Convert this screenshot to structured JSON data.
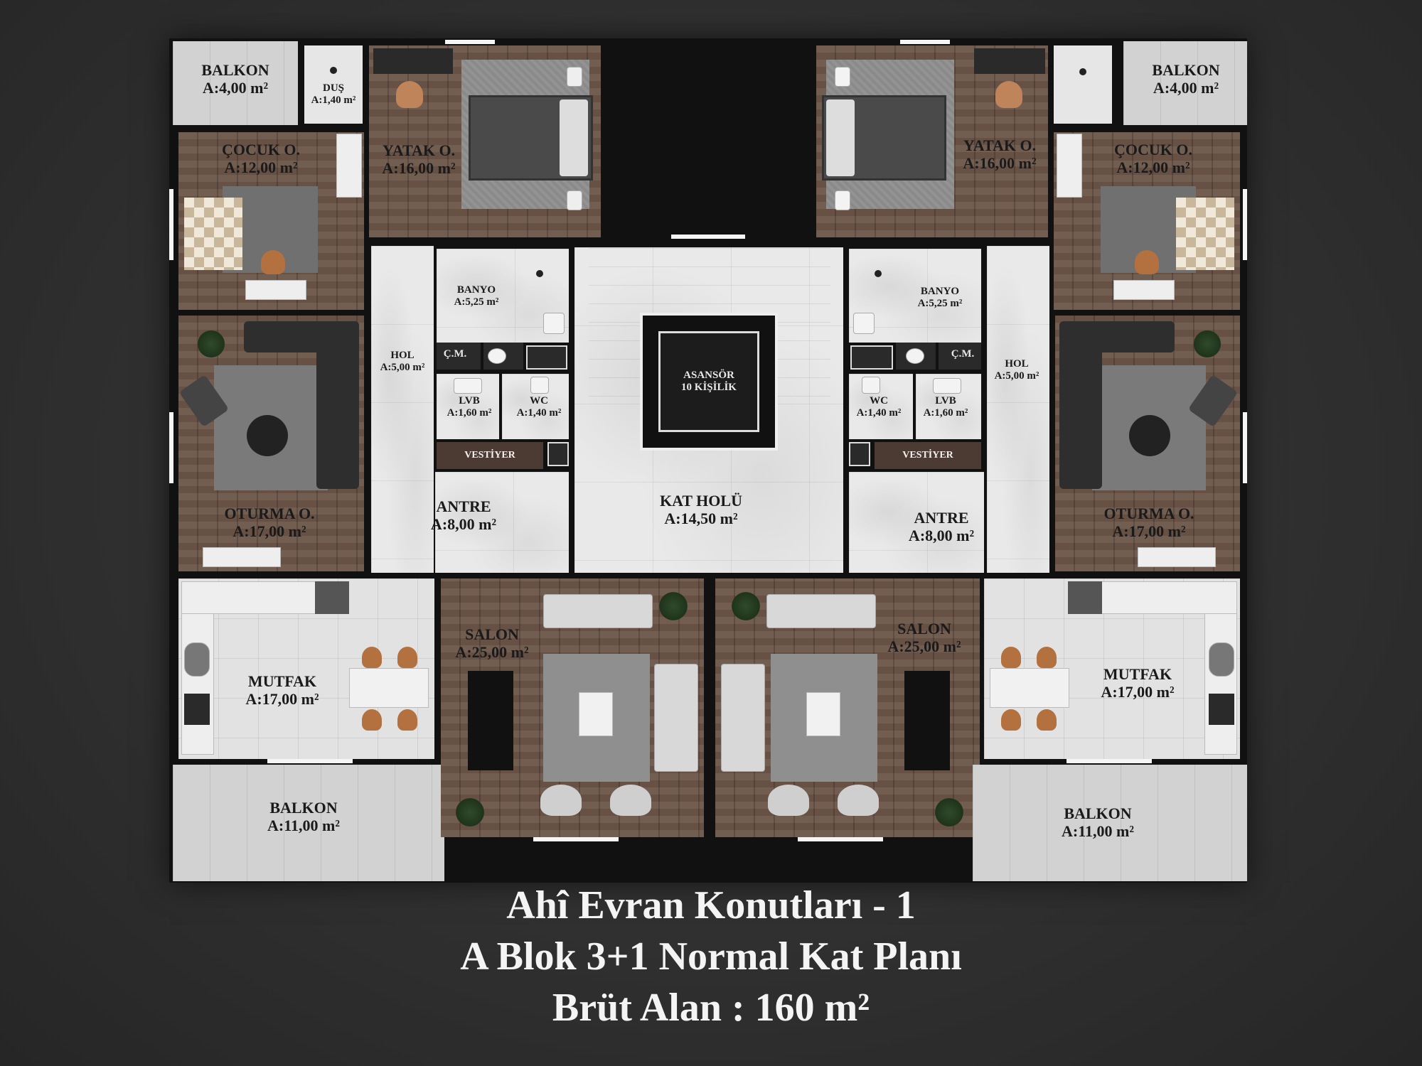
{
  "title": {
    "line1": "Ahî Evran Konutları - 1",
    "line2": "A Blok 3+1 Normal Kat Planı",
    "line3": "Brüt Alan : 160 m²"
  },
  "left": {
    "balkon_top": {
      "name": "BALKON",
      "area": "A:4,00 m²"
    },
    "dus": {
      "name": "DUŞ",
      "area": "A:1,40 m²"
    },
    "yatak": {
      "name": "YATAK O.",
      "area": "A:16,00 m²"
    },
    "cocuk": {
      "name": "ÇOCUK O.",
      "area": "A:12,00 m²"
    },
    "banyo": {
      "name": "BANYO",
      "area": "A:5,25 m²"
    },
    "cm": "Ç.M.",
    "hol": {
      "name": "HOL",
      "area": "A:5,00 m²"
    },
    "lvb": {
      "name": "LVB",
      "area": "A:1,60 m²"
    },
    "wc": {
      "name": "WC",
      "area": "A:1,40 m²"
    },
    "vestiyer": "VESTİYER",
    "oturma": {
      "name": "OTURMA O.",
      "area": "A:17,00 m²"
    },
    "antre": {
      "name": "ANTRE",
      "area": "A:8,00 m²"
    },
    "salon": {
      "name": "SALON",
      "area": "A:25,00 m²"
    },
    "mutfak": {
      "name": "MUTFAK",
      "area": "A:17,00 m²"
    },
    "balkon_bottom": {
      "name": "BALKON",
      "area": "A:11,00 m²"
    }
  },
  "right": {
    "balkon_top": {
      "name": "BALKON",
      "area": "A:4,00 m²"
    },
    "yatak": {
      "name": "YATAK O.",
      "area": "A:16,00 m²"
    },
    "cocuk": {
      "name": "ÇOCUK O.",
      "area": "A:12,00 m²"
    },
    "banyo": {
      "name": "BANYO",
      "area": "A:5,25 m²"
    },
    "cm": "Ç.M.",
    "hol": {
      "name": "HOL",
      "area": "A:5,00 m²"
    },
    "wc": {
      "name": "WC",
      "area": "A:1,40 m²"
    },
    "lvb": {
      "name": "LVB",
      "area": "A:1,60 m²"
    },
    "vestiyer": "VESTİYER",
    "antre": {
      "name": "ANTRE",
      "area": "A:8,00 m²"
    },
    "oturma": {
      "name": "OTURMA O.",
      "area": "A:17,00 m²"
    },
    "salon": {
      "name": "SALON",
      "area": "A:25,00 m²"
    },
    "mutfak": {
      "name": "MUTFAK",
      "area": "A:17,00 m²"
    },
    "balkon_bottom": {
      "name": "BALKON",
      "area": "A:11,00 m²"
    }
  },
  "core": {
    "asansor": {
      "name": "ASANSÖR",
      "capacity": "10 KİŞİLİK"
    },
    "kat_holu": {
      "name": "KAT HOLÜ",
      "area": "A:14,50 m²"
    }
  }
}
